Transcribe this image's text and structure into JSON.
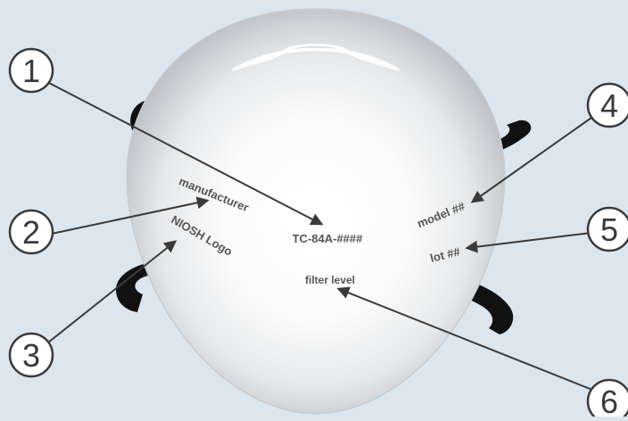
{
  "colors": {
    "background": "#dce6ef",
    "mask_edge": "#b9bec3",
    "mask_center": "#ffffff",
    "strap": "#111111",
    "callout_stroke": "#3a3a3a",
    "callout_fill": "#ffffff",
    "label_text": "#555555"
  },
  "mask_labels": {
    "manufacturer": "manufacturer",
    "niosh_logo": "NIOSH Logo",
    "approval_number": "TC-84A-####",
    "filter_level": "filter level",
    "model": "model ##",
    "lot": "lot ##"
  },
  "callouts": [
    {
      "number": "1",
      "refers_to": "approval_number"
    },
    {
      "number": "2",
      "refers_to": "manufacturer"
    },
    {
      "number": "3",
      "refers_to": "niosh_logo"
    },
    {
      "number": "4",
      "refers_to": "model"
    },
    {
      "number": "5",
      "refers_to": "lot"
    },
    {
      "number": "6",
      "refers_to": "filter_level"
    }
  ]
}
